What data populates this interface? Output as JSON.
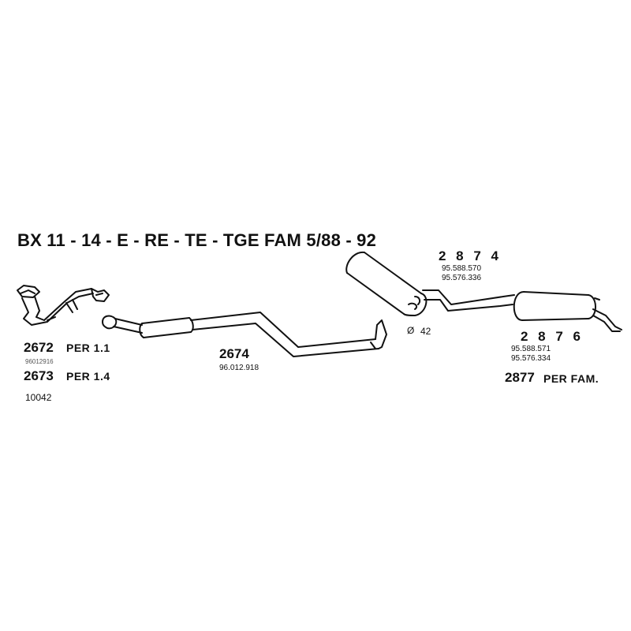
{
  "title": "BX 11 - 14 - E - RE - TE - TGE FAM  5/88 - 92",
  "front_pipe": {
    "part_a": "2672",
    "part_a_note": "PER 1.1",
    "part_a_ref": "96012916",
    "part_b": "2673",
    "part_b_note": "PER 1.4",
    "catalog_code": "10042"
  },
  "middle_pipe": {
    "part": "2674",
    "ref": "96.012.918"
  },
  "center_silencer": {
    "part": "2 8 7 4",
    "refs": [
      "95.588.570",
      "95.576.336"
    ],
    "diameter_symbol": "Ø",
    "diameter": "42"
  },
  "rear_silencer": {
    "part": "2 8 7 6",
    "refs": [
      "95.588.571",
      "95.576.334"
    ],
    "alt_part": "2877",
    "alt_note": "PER FAM."
  }
}
